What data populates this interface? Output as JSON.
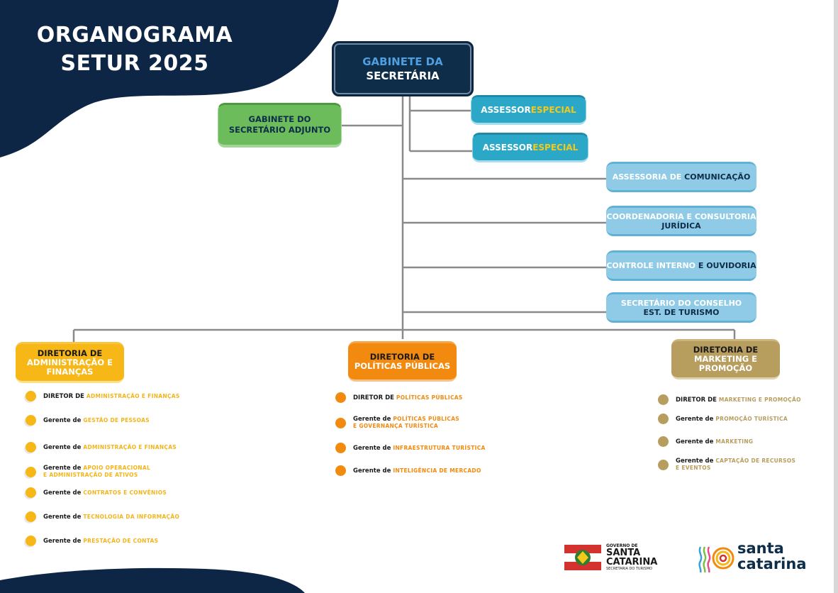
{
  "title": {
    "line1": "ORGANOGRAMA",
    "line2": "SETUR 2025"
  },
  "top": {
    "line1": "GABINETE DA",
    "line2": "SECRETÁRIA"
  },
  "adjunto": {
    "line1": "GABINETE DO",
    "line2": "SECRETÁRIO ADJUNTO"
  },
  "assessor": [
    {
      "a": "ASSESSOR ",
      "b": "ESPECIAL"
    },
    {
      "a": "ASSESSOR ",
      "b": "ESPECIAL"
    }
  ],
  "staff": [
    {
      "a": "ASSESSORIA DE ",
      "b": "COMUNICAÇÃO",
      "c": ""
    },
    {
      "a": "COORDENADORIA E CONSULTORIA",
      "b": "",
      "c": "JURÍDICA"
    },
    {
      "a": "CONTROLE INTERNO ",
      "b": "E OUVIDORIA",
      "c": ""
    },
    {
      "a": "SECRETÁRIO DO CONSELHO",
      "b": "",
      "c": "EST. DE TURISMO"
    }
  ],
  "directorates": [
    {
      "line1": "DIRETORIA DE",
      "line2": "ADMINISTRAÇÃO E",
      "line3": "FINANÇAS",
      "color": "#f7b717"
    },
    {
      "line1": "DIRETORIA DE",
      "line2": "POLÍTICAS PÚBLICAS",
      "line3": "",
      "color": "#f28a0f"
    },
    {
      "line1": "DIRETORIA DE",
      "line2": "MARKETING E",
      "line3": "PROMOÇÃO",
      "color": "#b79d5e"
    }
  ],
  "items_admin": [
    {
      "k": "DIRETOR DE ",
      "v": "ADMINISTRAÇÃO E FINANÇAS",
      "v2": ""
    },
    {
      "k": "Gerente de ",
      "v": "GESTÃO DE PESSOAS",
      "v2": ""
    },
    {
      "k": "Gerente de ",
      "v": "ADMINISTRAÇÃO E FINANÇAS",
      "v2": ""
    },
    {
      "k": "Gerente de ",
      "v": "APOIO OPERACIONAL",
      "v2": "E ADMINISTRAÇÃO DE ATIVOS"
    },
    {
      "k": "Gerente de ",
      "v": "CONTRATOS E CONVÊNIOS",
      "v2": ""
    },
    {
      "k": "Gerente de ",
      "v": "TECNOLOGIA DA INFORMAÇÃO",
      "v2": ""
    },
    {
      "k": "Gerente de ",
      "v": "PRESTAÇÃO DE CONTAS",
      "v2": ""
    }
  ],
  "items_politicas": [
    {
      "k": "DIRETOR DE ",
      "v": "POLÍTICAS PÚBLICAS",
      "v2": ""
    },
    {
      "k": "Gerente de ",
      "v": "POLÍTICAS PÚBLICAS",
      "v2": "E GOVERNANÇA TURÍSTICA"
    },
    {
      "k": "Gerente de ",
      "v": "INFRAESTRUTURA TURÍSTICA",
      "v2": ""
    },
    {
      "k": "Gerente de ",
      "v": "INTELIGÊNCIA DE MERCADO",
      "v2": ""
    }
  ],
  "items_marketing": [
    {
      "k": "DIRETOR DE ",
      "v": "MARKETING E PROMOÇÃO",
      "v2": ""
    },
    {
      "k": "Gerente de ",
      "v": "PROMOÇÃO TURÍSTICA",
      "v2": ""
    },
    {
      "k": "Gerente de ",
      "v": "MARKETING",
      "v2": ""
    },
    {
      "k": "Gerente de ",
      "v": "CAPTAÇÃO DE RECURSOS",
      "v2": "E EVENTOS"
    }
  ],
  "logo_gov": {
    "line1": "GOVERNO DE",
    "line2": "SANTA",
    "line3": "CATARINA",
    "line4": "SECRETARIA DO TURISMO"
  },
  "logo_brand": {
    "line1": "santa",
    "line2": "catarina"
  },
  "colors": {
    "navy": "#0d2d49",
    "green": "#6cbc5c",
    "teal": "#2ba7c8",
    "light_blue": "#8fcbe6",
    "yellow": "#f7b717",
    "orange": "#f28a0f",
    "gold": "#b79d5e"
  }
}
